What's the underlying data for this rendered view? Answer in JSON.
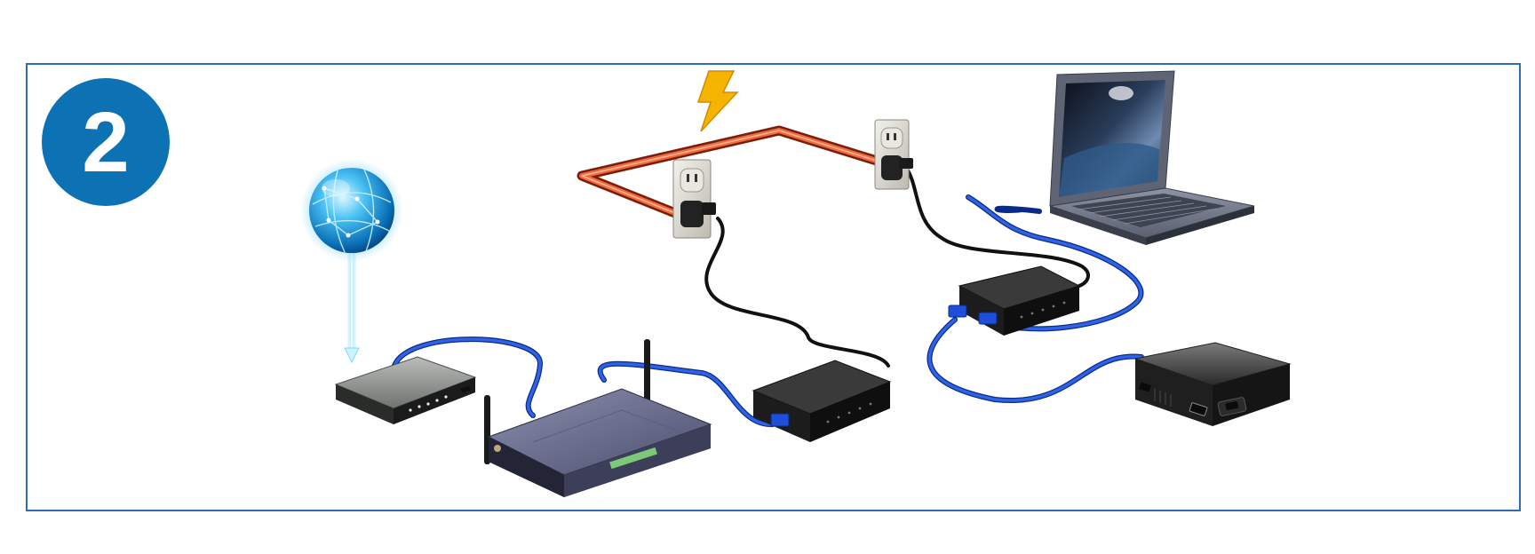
{
  "step": {
    "number": "2"
  },
  "colors": {
    "frame": "#2f6db3",
    "badge": "#0d72b4",
    "ethernet_cable": "#1f4fd8",
    "power_cable": "#1c1c1c",
    "powerline": "#e0502a",
    "lightning": "#f4b400",
    "globe": "#1aa6e8"
  },
  "devices": [
    {
      "id": "internet",
      "icon": "globe-icon"
    },
    {
      "id": "modem",
      "icon": "modem-icon"
    },
    {
      "id": "router",
      "icon": "router-icon"
    },
    {
      "id": "powerline-adapter-1",
      "icon": "powerline-adapter-icon"
    },
    {
      "id": "powerline-adapter-2",
      "icon": "powerline-adapter-icon"
    },
    {
      "id": "wall-outlet-1",
      "icon": "outlet-icon"
    },
    {
      "id": "wall-outlet-2",
      "icon": "outlet-icon"
    },
    {
      "id": "laptop",
      "icon": "laptop-icon"
    },
    {
      "id": "media-player",
      "icon": "media-player-icon"
    },
    {
      "id": "electricity",
      "icon": "lightning-icon"
    }
  ]
}
